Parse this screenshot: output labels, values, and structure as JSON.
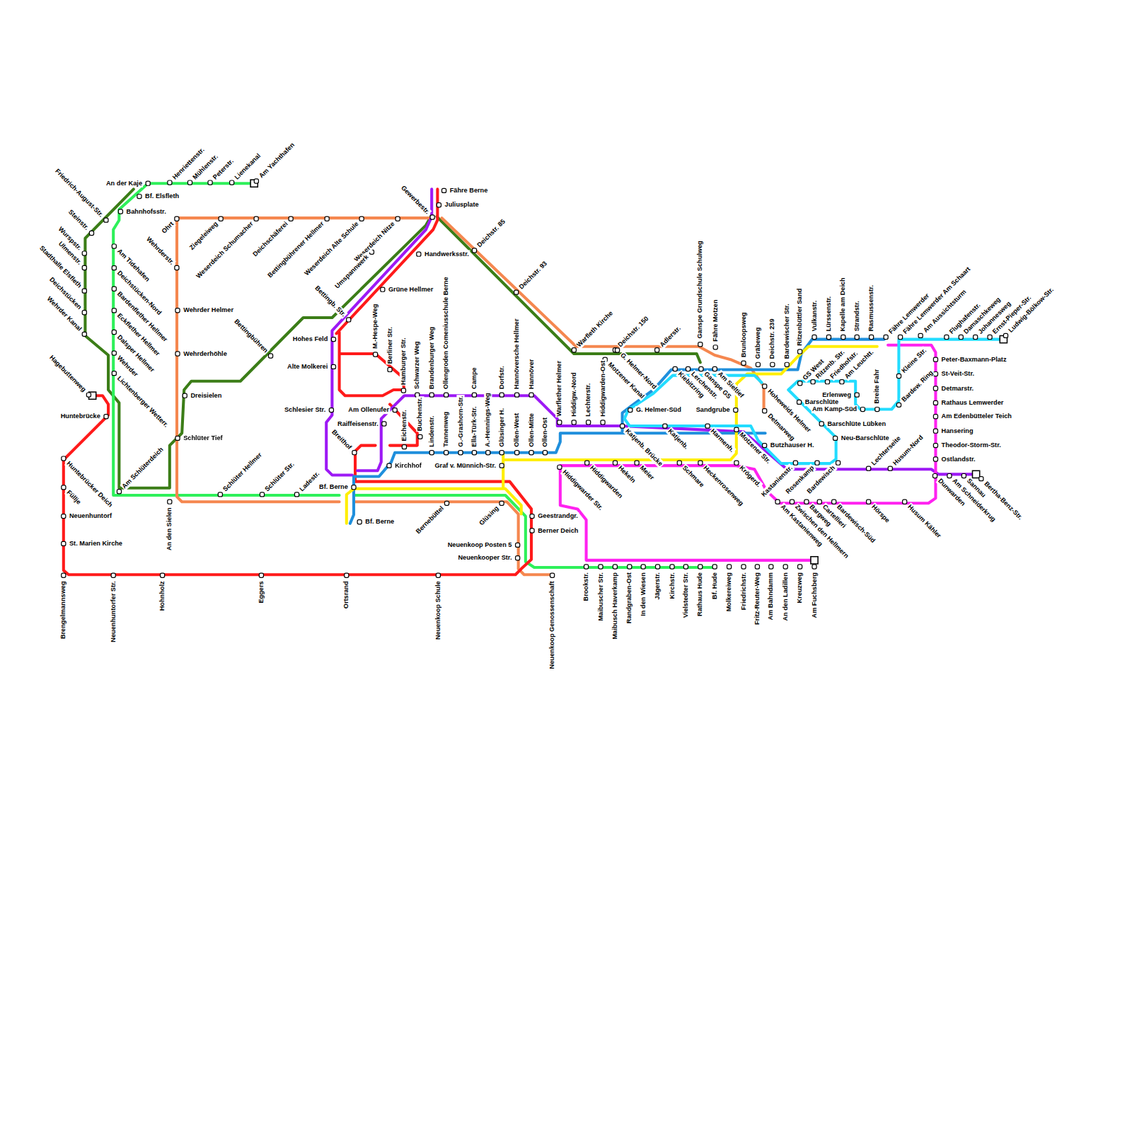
{
  "diagram": {
    "labels": [
      "An der Kaje",
      "Henriettenstr.",
      "Mühlenstr.",
      "Peterstr.",
      "Lienekanal",
      "Am Yachthafen",
      "Bf. Elsfleth",
      "Bahnhofsstr.",
      "Friedrich-August-Str.",
      "Steinstr.",
      "Wurspstr.",
      "Ulmenstr.",
      "Stadthalle Elsfleth",
      "Deichstücken",
      "Wehrder Kanal",
      "Am Tidehafen",
      "Deichstücken-Nord",
      "Bardenflether Hellmer",
      "Eckflether Hellmer",
      "Dalsper Hellmer",
      "Wehrder",
      "Lichtenberger Wetterr.",
      "Hagebuttenweg",
      "Huntebrücke",
      "Huntebrücker Deich",
      "Füllje",
      "Neuenhuntorf",
      "St. Marien Kirche",
      "Brengelmannsweg",
      "Neuenhuntorfer Str.",
      "Hohnholz",
      "Eggers",
      "Ortsrand",
      "Neuenkoop Schule",
      "Neuenkoop Genossenschaft",
      "Am Schlüterdeich",
      "An den Sielen",
      "Schlüter Hellmer",
      "Schlüter Str.",
      "Ladestr.",
      "Ohrt",
      "Wehrderstr.",
      "Wehrder Helmer",
      "Wehrderhöhle",
      "Dreisielen",
      "Schlüter Tief",
      "Ziegeleiweg",
      "Weserdeich Schumacher",
      "Deichschäferei",
      "Bettingbührener Hellmer",
      "Weserdeich Alte Schule",
      "Weserdeich Nitze",
      "Gewerbestr.",
      "Fähre Berne",
      "Juliusplate",
      "Handwerksstr.",
      "Grüne Hellmer",
      "Umspannwerk",
      "M.-Hespe-Weg",
      "Bettingb. Str.",
      "Bettingbühren",
      "Hohes Feld",
      "Alte Molkerei",
      "Schlesier Str.",
      "Berliner Str.",
      "Hamburger Str.",
      "Schwarzer Weg",
      "Brandenburger Weg",
      "Ollengroden Comeniusschule Berne",
      "Campe",
      "Dorfstr.",
      "Hannöversche Hellmer",
      "Hannöver",
      "Am Ollenufer",
      "Raiffeisenstr.",
      "Breithof",
      "Kirchhof",
      "Bf. Berne",
      "Bf. Berne",
      "Eichenstr.",
      "Buchenstr.",
      "Lindenstr.",
      "Tannenweg",
      "G.-Grashorn-Str.",
      "Ella-Türk-Str.",
      "A.-Hennings-Weg",
      "Glüsinger H.",
      "Ollen-West",
      "Ollen-Mitte",
      "Ollen-Ost",
      "Graf v. Münnich-Str.",
      "Bernebüttel",
      "Glüsing",
      "Geestrandgr.",
      "Berner Deich",
      "Neuenkoop Posten 5",
      "Neuenkooper Str.",
      "Deichstr. 85",
      "Deichstr. 93",
      "Warfleth Kirche",
      "Deichstr. 150",
      "Adlerstr.",
      "Ganspe Grundschule Schulweg",
      "Fähre Motzen",
      "Brunloopsweg",
      "Gräbeweg",
      "Deichstr. 239",
      "Bardewischer Str.",
      "Ritzenbüttler Sand",
      "Vulkanstr.",
      "Lürssenstr.",
      "Kapelle am Deich",
      "Strandstr.",
      "Rasmussenstr.",
      "Fähre Lemwerder",
      "Fähre Lemwerder Am Schaart",
      "Am Aussichtsturm",
      "Flughafenstr.",
      "Damaschkeweg",
      "Johannesweg",
      "Ernst-Pieper-Str.",
      "Ludwig-Bölkow-Str.",
      "Warflether Helmer",
      "Hiddigw.-Nord",
      "Lechterstr.",
      "Hiddigwarden-Ost",
      "Motzener Kanal",
      "G. Helmer-Nord",
      "G. Helmer-Süd",
      "Kiebitzring",
      "Lerchenstr.",
      "Ganspe GS",
      "Am Sieltief",
      "Sandgrube",
      "Hoheweids Helmer",
      "Detmarweg",
      "Butzhauser H.",
      "GS West",
      "Ritzenb. Str.",
      "Friedhofstr.",
      "Am Leuchtt.",
      "Breite Fahr",
      "Kleine Str.",
      "Bardew. Ring",
      "Barschlüte",
      "Erlenweg",
      "Am Kamp-Süd",
      "Barschlüte Lübken",
      "Neu-Barschlüte",
      "Katjenb. Brücke",
      "Katjenb.",
      "Harmenh.",
      "Motzener Str.",
      "Hiddigwarder Str.",
      "Hiddigwarden",
      "Hekeln",
      "Meier",
      "Schmare",
      "Heckenrosenweg",
      "Krögerd.",
      "Kastanienstr.",
      "Rosenkamp",
      "Bardewisch",
      "Lechterseite",
      "Husum-Nord",
      "Am Kastanienweg",
      "Zwischen den Hellmern",
      "Bargweg",
      "Cartellieri",
      "Bardewisch-Süd",
      "Hörspe",
      "Husum Kähler",
      "Peter-Baxmann-Platz",
      "St-Veit-Str.",
      "Detmarstr.",
      "Rathaus Lemwerder",
      "Am Edenbütteler Teich",
      "Hansering",
      "Theodor-Storm-Str.",
      "Ostlandstr.",
      "Dunwarden",
      "Am Schneiderkrug",
      "Sannau",
      "Bertha-Benz-Str.",
      "Brookstr.",
      "Maibuscher Str.",
      "Maibusch Haverkamp",
      "Randgraben-Ost",
      "In den Wiesen",
      "Jägerstr.",
      "Kirchstr.",
      "Vielstedter Str.",
      "Rathaus Hude",
      "Bf. Hude",
      "Molkereiweg",
      "Friedrichstr.",
      "Fritz-Reuter-Weg",
      "Am Bahndamm",
      "An den Ladillen",
      "Kreuzweg",
      "Am Fuchsberg"
    ]
  }
}
